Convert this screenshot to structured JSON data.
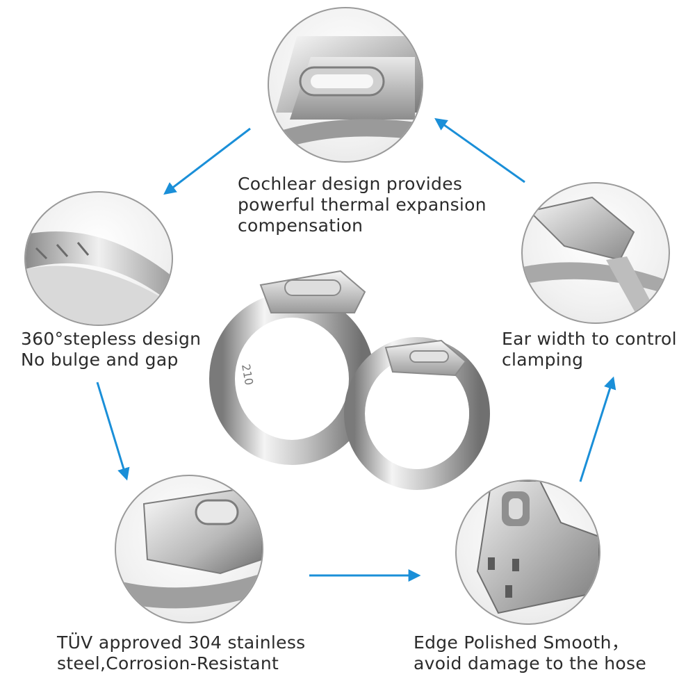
{
  "captions": {
    "cochlear": [
      "Cochlear design provides",
      "powerful thermal expansion",
      "compensation"
    ],
    "stepless": [
      "360°stepless design",
      "No bulge and gap"
    ],
    "ear_width": [
      "Ear width to control",
      "clamping"
    ],
    "steel": [
      "TÜV approved 304  stainless",
      "steel,Corrosion-Resistant"
    ],
    "edge": [
      "Edge Polished Smooth，",
      "avoid damage to the hose"
    ]
  },
  "product": {
    "size_marking": "210"
  },
  "colors": {
    "arrow": "#1a8fd8",
    "metal_light": "#f2f2f2",
    "metal_dark": "#6e6e6e",
    "circle_border": "#9a9a9a"
  },
  "icons": {
    "arrow": "arrow-icon"
  }
}
